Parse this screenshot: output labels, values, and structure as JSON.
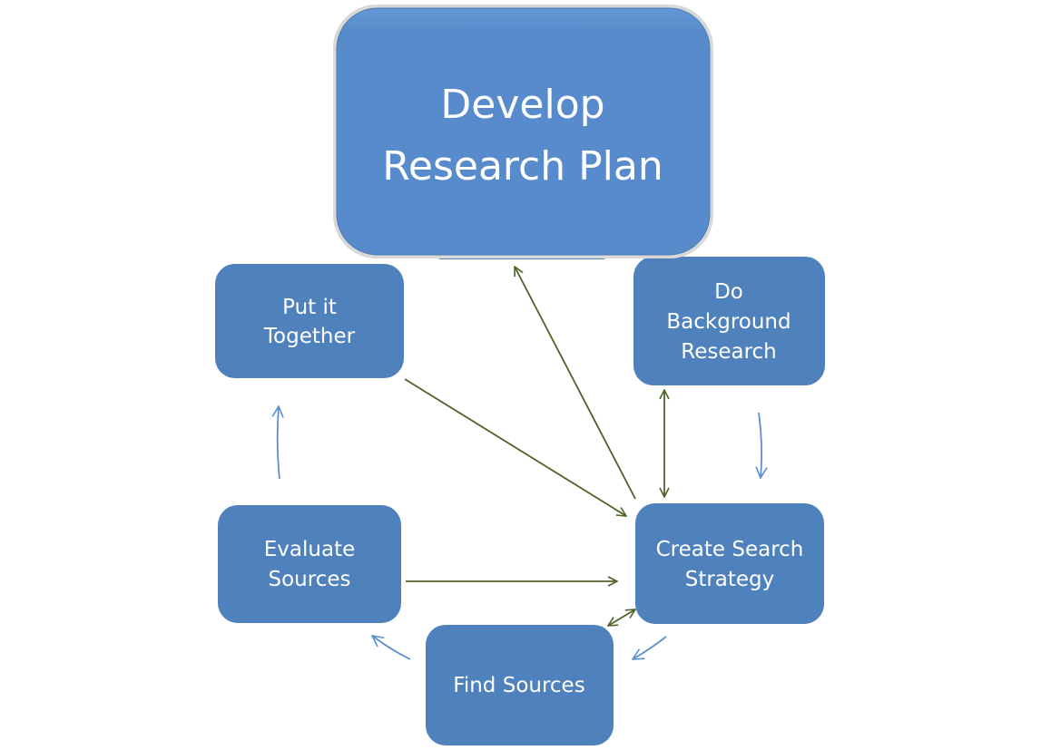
{
  "colors": {
    "box": "#4F81BD",
    "main_box": "#588BCB",
    "green_arrow": "#4F6228",
    "blue_arrow": "#5B8FD0"
  },
  "nodes": {
    "main": {
      "lines": [
        "Develop",
        "Research Plan"
      ]
    },
    "together": {
      "lines": [
        "Put it",
        "Together"
      ]
    },
    "background": {
      "lines": [
        "Do",
        "Background",
        "Research"
      ]
    },
    "evaluate": {
      "lines": [
        "Evaluate",
        "Sources"
      ]
    },
    "strategy": {
      "lines": [
        "Create Search",
        "Strategy"
      ]
    },
    "find": {
      "lines": [
        "Find Sources"
      ]
    }
  }
}
